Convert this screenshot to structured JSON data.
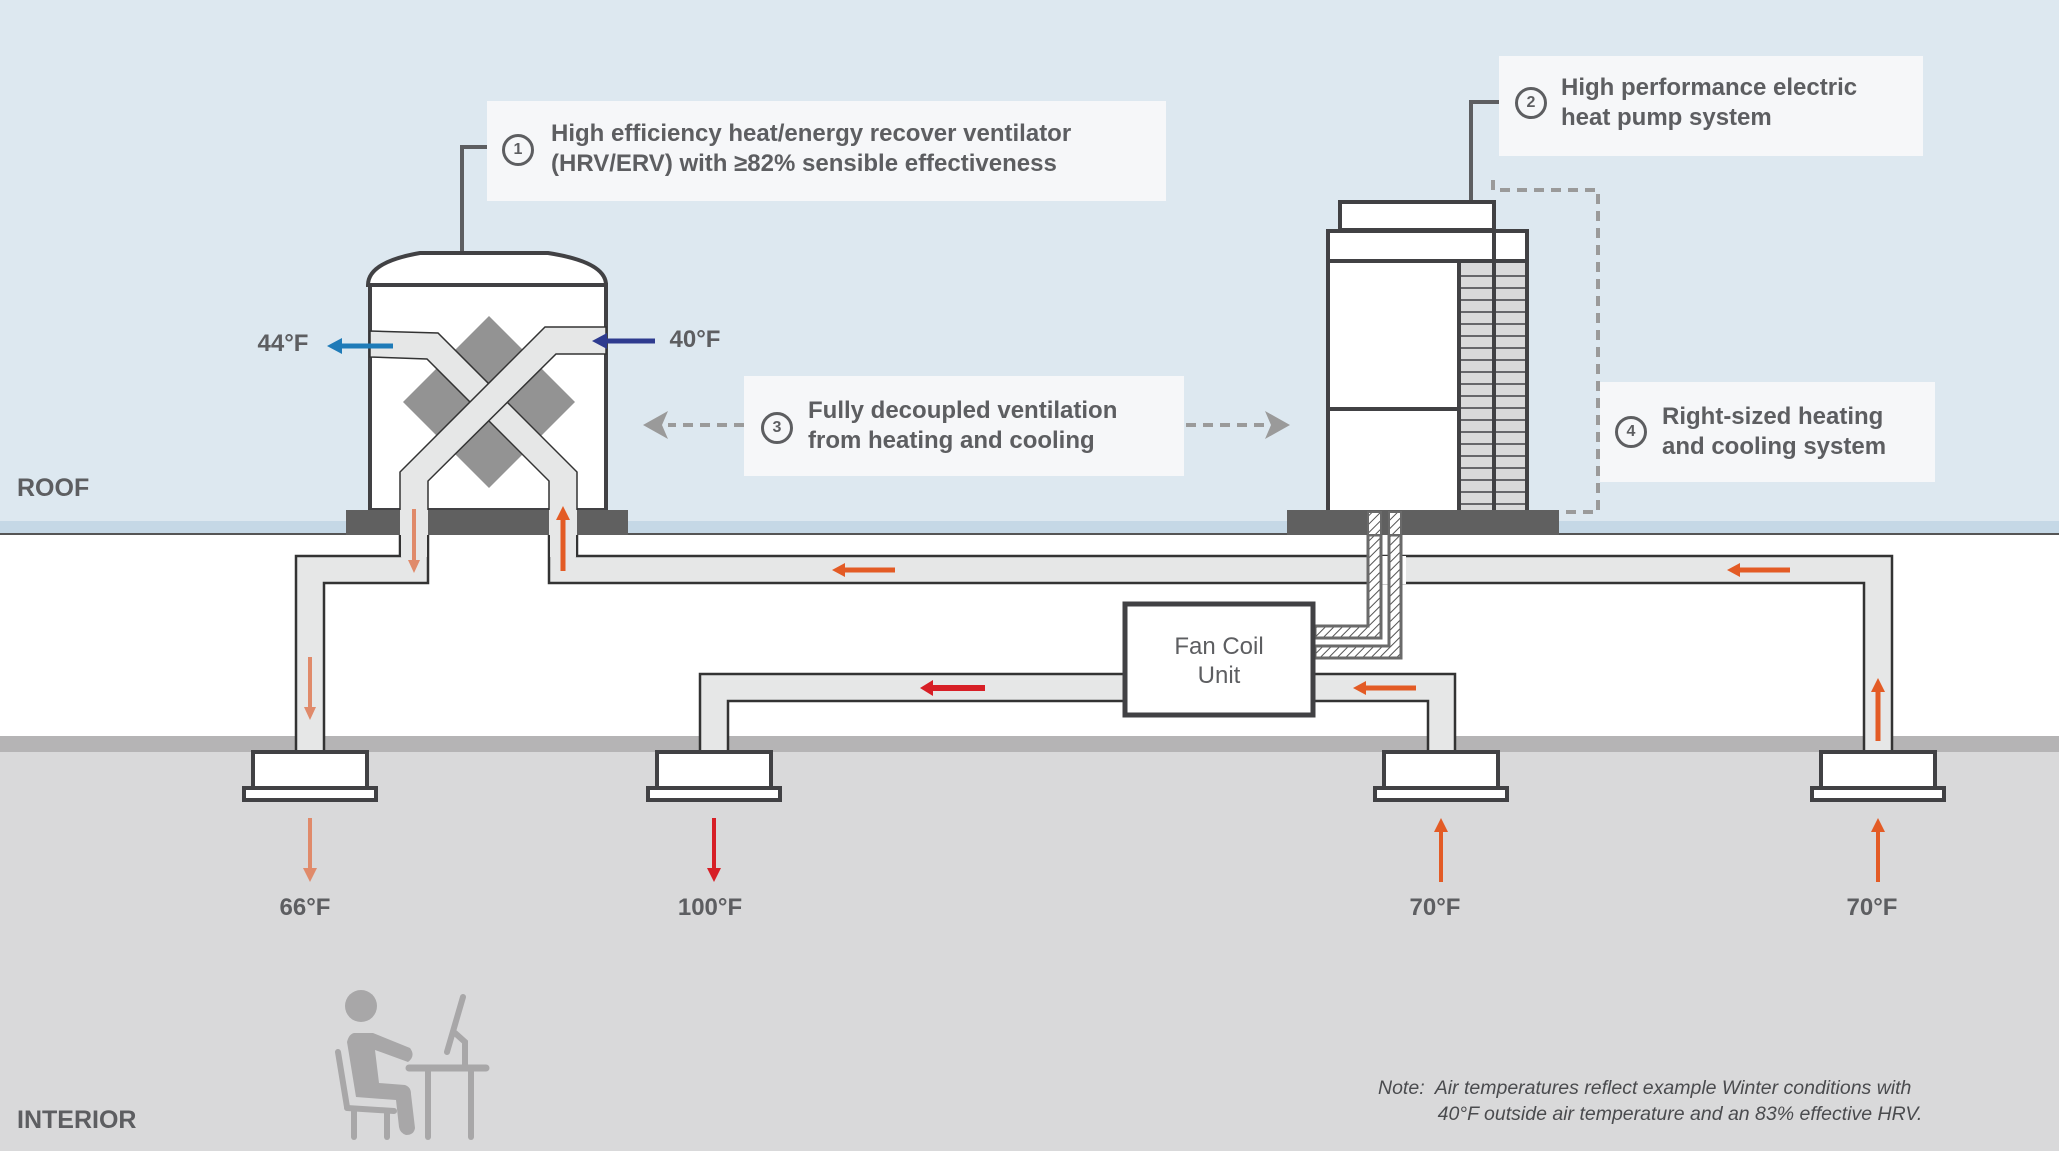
{
  "zones": {
    "roof_label": "ROOF",
    "interior_label": "INTERIOR"
  },
  "callouts": [
    {
      "number": "1",
      "text": "High efficiency heat/energy recover ventilator\n(HRV/ERV) with ≥82% sensible effectiveness"
    },
    {
      "number": "2",
      "text": "High performance electric\nheat pump system"
    },
    {
      "number": "3",
      "text": "Fully decoupled ventilation\nfrom heating and cooling"
    },
    {
      "number": "4",
      "text": "Right-sized heating\nand cooling system"
    }
  ],
  "hrv": {
    "exhaust_temp": "44°F",
    "outside_air_temp": "40°F"
  },
  "fan_coil": {
    "label": "Fan Coil\nUnit"
  },
  "diffusers": [
    {
      "name": "ventilation-supply",
      "temp": "66°F",
      "direction": "down",
      "color": "#e08a6a"
    },
    {
      "name": "heating-supply",
      "temp": "100°F",
      "direction": "down",
      "color": "#d71f26"
    },
    {
      "name": "fan-coil-return",
      "temp": "70°F",
      "direction": "up",
      "color": "#e35b25"
    },
    {
      "name": "hrv-return",
      "temp": "70°F",
      "direction": "up",
      "color": "#e35b25"
    }
  ],
  "note": "Note:  Air temperatures reflect example Winter conditions with\n           40°F outside air temperature and an 83% effective HRV.",
  "colors": {
    "sky": "#dde8f0",
    "roof_stripe": "#c5d8e6",
    "wall": "#ffffff",
    "ceiling": "#b5b4b5",
    "interior": "#d9d9da",
    "duct_fill": "#e6e7e7",
    "outline": "#414144",
    "base": "#606060",
    "text": "#5d5e61",
    "cool_exhaust": "#1f7bb8",
    "cold_intake": "#2e3b8f",
    "warm_light": "#e08a6a",
    "warm": "#e35b25",
    "hot": "#d71f26"
  }
}
